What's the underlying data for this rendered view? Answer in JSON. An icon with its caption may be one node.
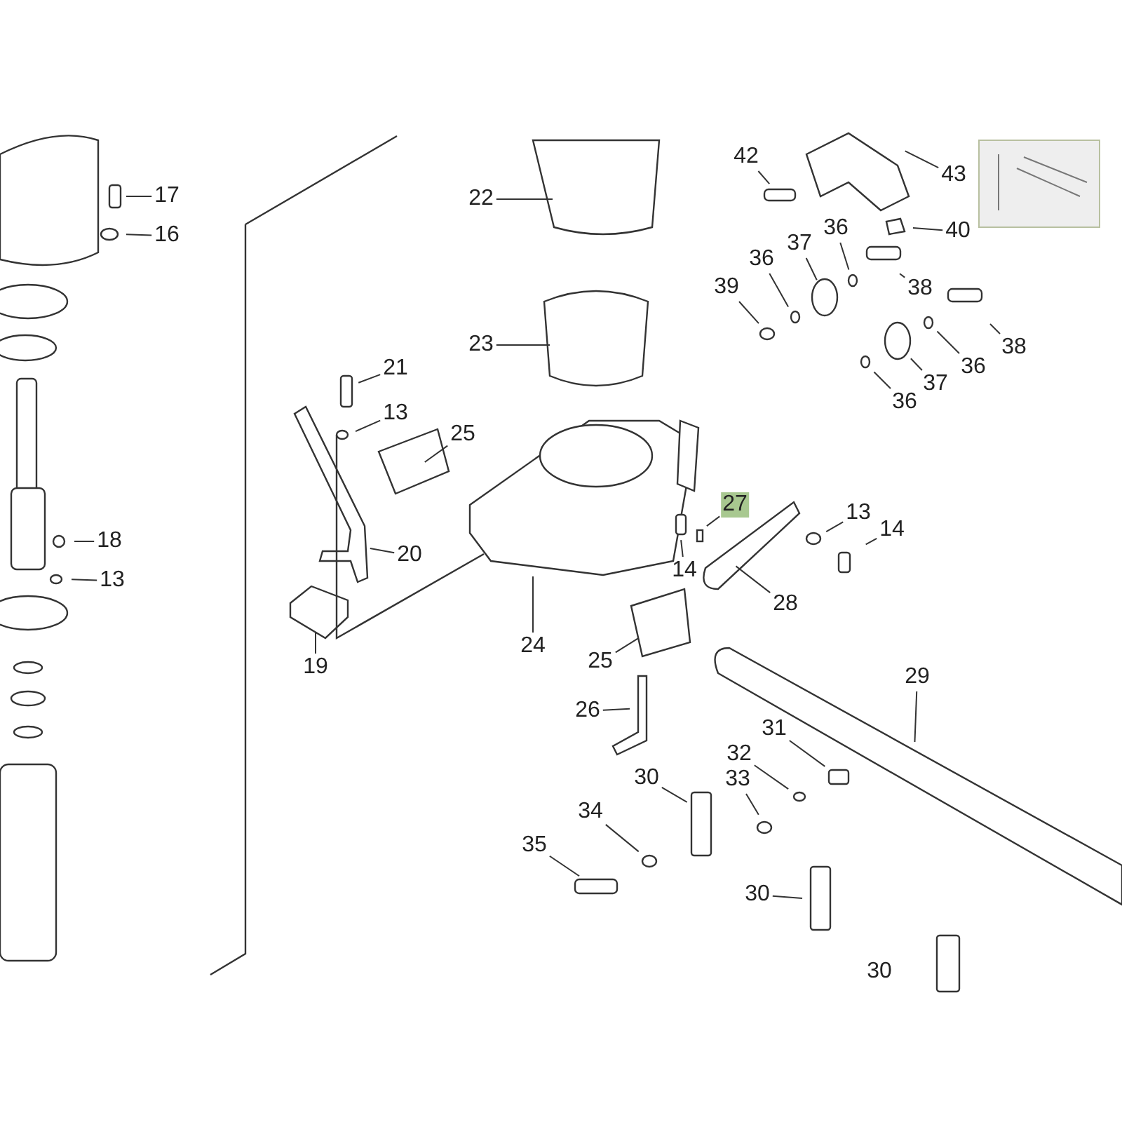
{
  "diagram": {
    "nodes": [
      {
        "text": [
          "17"
        ]
      },
      {
        "text": [
          "16"
        ]
      },
      {
        "text": [
          "18"
        ]
      },
      {
        "text": [
          "13"
        ]
      },
      {
        "text": [
          "22"
        ]
      },
      {
        "text": [
          "23"
        ]
      },
      {
        "text": [
          "21"
        ]
      },
      {
        "text": [
          "13"
        ]
      },
      {
        "text": [
          "25"
        ]
      },
      {
        "text": [
          "20"
        ]
      },
      {
        "text": [
          "19"
        ]
      },
      {
        "text": [
          "24"
        ]
      },
      {
        "text": [
          "42"
        ]
      },
      {
        "text": [
          "43"
        ]
      },
      {
        "text": [
          "40"
        ]
      },
      {
        "text": [
          "36"
        ]
      },
      {
        "text": [
          "37"
        ]
      },
      {
        "text": [
          "36"
        ]
      },
      {
        "text": [
          "39"
        ]
      },
      {
        "text": [
          "38"
        ]
      },
      {
        "text": [
          "38"
        ]
      },
      {
        "text": [
          "36"
        ]
      },
      {
        "text": [
          "37"
        ]
      },
      {
        "text": [
          "36"
        ]
      },
      {
        "text": [
          "27"
        ]
      },
      {
        "text": [
          "14"
        ]
      },
      {
        "text": [
          "13"
        ]
      },
      {
        "text": [
          "14"
        ]
      },
      {
        "text": [
          "28"
        ]
      },
      {
        "text": [
          "25"
        ]
      },
      {
        "text": [
          "29"
        ]
      },
      {
        "text": [
          "26"
        ]
      },
      {
        "text": [
          "31"
        ]
      },
      {
        "text": [
          "32"
        ]
      },
      {
        "text": [
          "33"
        ]
      },
      {
        "text": [
          "30"
        ]
      },
      {
        "text": [
          "34"
        ]
      },
      {
        "text": [
          "35"
        ]
      },
      {
        "text": [
          "30"
        ]
      }
    ],
    "edges": [
      {
        "from": 0,
        "to": null,
        "arrow": "none"
      },
      {
        "from": 1,
        "to": null,
        "arrow": "none"
      },
      {
        "from": 2,
        "to": null,
        "arrow": "none"
      },
      {
        "from": 3,
        "to": null,
        "arrow": "none"
      },
      {
        "from": 4,
        "to": null,
        "arrow": "none"
      },
      {
        "from": 5,
        "to": null,
        "arrow": "none"
      },
      {
        "from": 6,
        "to": null,
        "arrow": "none"
      },
      {
        "from": 7,
        "to": null,
        "arrow": "none"
      },
      {
        "from": 8,
        "to": null,
        "arrow": "none"
      },
      {
        "from": 9,
        "to": null,
        "arrow": "none"
      },
      {
        "from": 10,
        "to": null,
        "arrow": "none"
      },
      {
        "from": 11,
        "to": null,
        "arrow": "none"
      },
      {
        "from": 12,
        "to": null,
        "arrow": "none"
      },
      {
        "from": 13,
        "to": null,
        "arrow": "none"
      },
      {
        "from": 14,
        "to": null,
        "arrow": "none"
      },
      {
        "from": 15,
        "to": null,
        "arrow": "none"
      },
      {
        "from": 16,
        "to": null,
        "arrow": "none"
      },
      {
        "from": 17,
        "to": null,
        "arrow": "none"
      },
      {
        "from": 18,
        "to": null,
        "arrow": "none"
      },
      {
        "from": 19,
        "to": null,
        "arrow": "none"
      },
      {
        "from": 20,
        "to": null,
        "arrow": "none"
      },
      {
        "from": 21,
        "to": null,
        "arrow": "none"
      },
      {
        "from": 22,
        "to": null,
        "arrow": "none"
      },
      {
        "from": 23,
        "to": null,
        "arrow": "none"
      },
      {
        "from": 24,
        "to": null,
        "arrow": "none"
      },
      {
        "from": 25,
        "to": null,
        "arrow": "none"
      },
      {
        "from": 26,
        "to": null,
        "arrow": "none"
      },
      {
        "from": 27,
        "to": null,
        "arrow": "none"
      },
      {
        "from": 28,
        "to": null,
        "arrow": "none"
      },
      {
        "from": 29,
        "to": null,
        "arrow": "none"
      },
      {
        "from": 30,
        "to": null,
        "arrow": "none"
      },
      {
        "from": 31,
        "to": null,
        "arrow": "none"
      },
      {
        "from": 32,
        "to": null,
        "arrow": "none"
      },
      {
        "from": 33,
        "to": null,
        "arrow": "none"
      },
      {
        "from": 34,
        "to": null,
        "arrow": "none"
      },
      {
        "from": 35,
        "to": null,
        "arrow": "none"
      },
      {
        "from": 36,
        "to": null,
        "arrow": "none"
      },
      {
        "from": 37,
        "to": null,
        "arrow": "none"
      },
      {
        "from": 38,
        "to": null,
        "arrow": "none"
      }
    ],
    "labels": [
      "30"
    ]
  }
}
